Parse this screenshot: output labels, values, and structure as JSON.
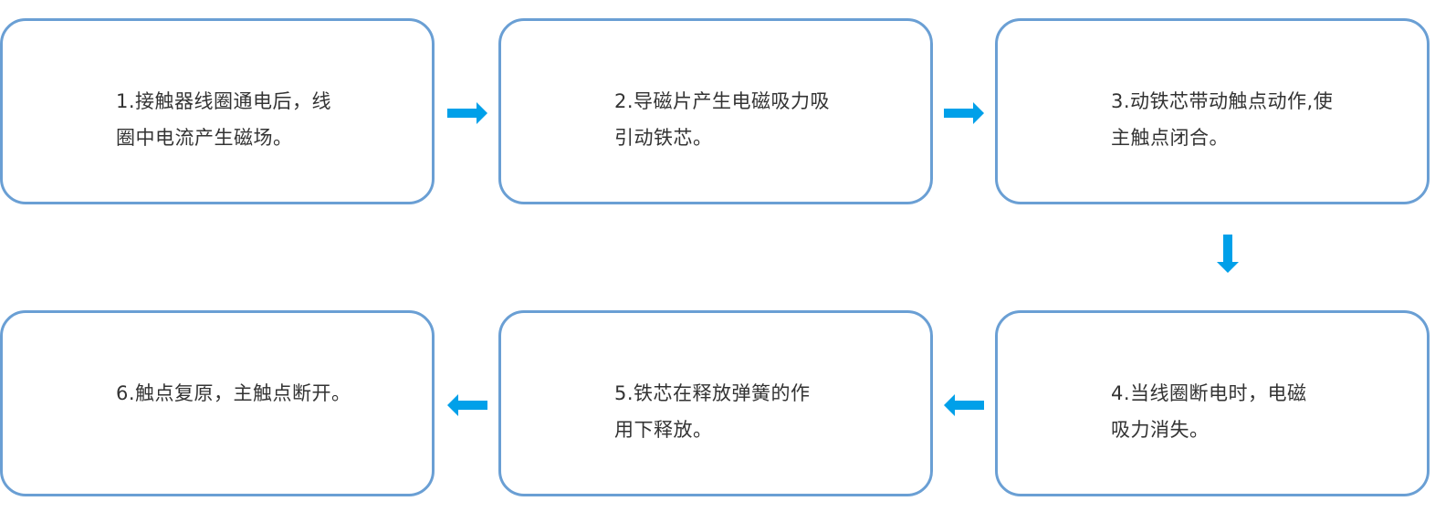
{
  "colors": {
    "box_border": "#6A9FD4",
    "arrow": "#00A0E9",
    "text": "#333333"
  },
  "steps": [
    {
      "id": 1,
      "lines": [
        "1.接触器线圈通电后，线",
        "圈中电流产生磁场。"
      ]
    },
    {
      "id": 2,
      "lines": [
        "2.导磁片产生电磁吸力吸",
        "引动铁芯。"
      ]
    },
    {
      "id": 3,
      "lines": [
        "3.动铁芯带动触点动作,使",
        "主触点闭合。"
      ]
    },
    {
      "id": 4,
      "lines": [
        "4.当线圈断电时，电磁",
        "吸力消失。"
      ]
    },
    {
      "id": 5,
      "lines": [
        "5.铁芯在释放弹簧的作",
        "用下释放。"
      ]
    },
    {
      "id": 6,
      "lines": [
        "6.触点复原，主触点断开。"
      ]
    }
  ],
  "connections": [
    {
      "from": 1,
      "to": 2,
      "direction": "right"
    },
    {
      "from": 2,
      "to": 3,
      "direction": "right"
    },
    {
      "from": 3,
      "to": 4,
      "direction": "down"
    },
    {
      "from": 4,
      "to": 5,
      "direction": "left"
    },
    {
      "from": 5,
      "to": 6,
      "direction": "left"
    }
  ]
}
